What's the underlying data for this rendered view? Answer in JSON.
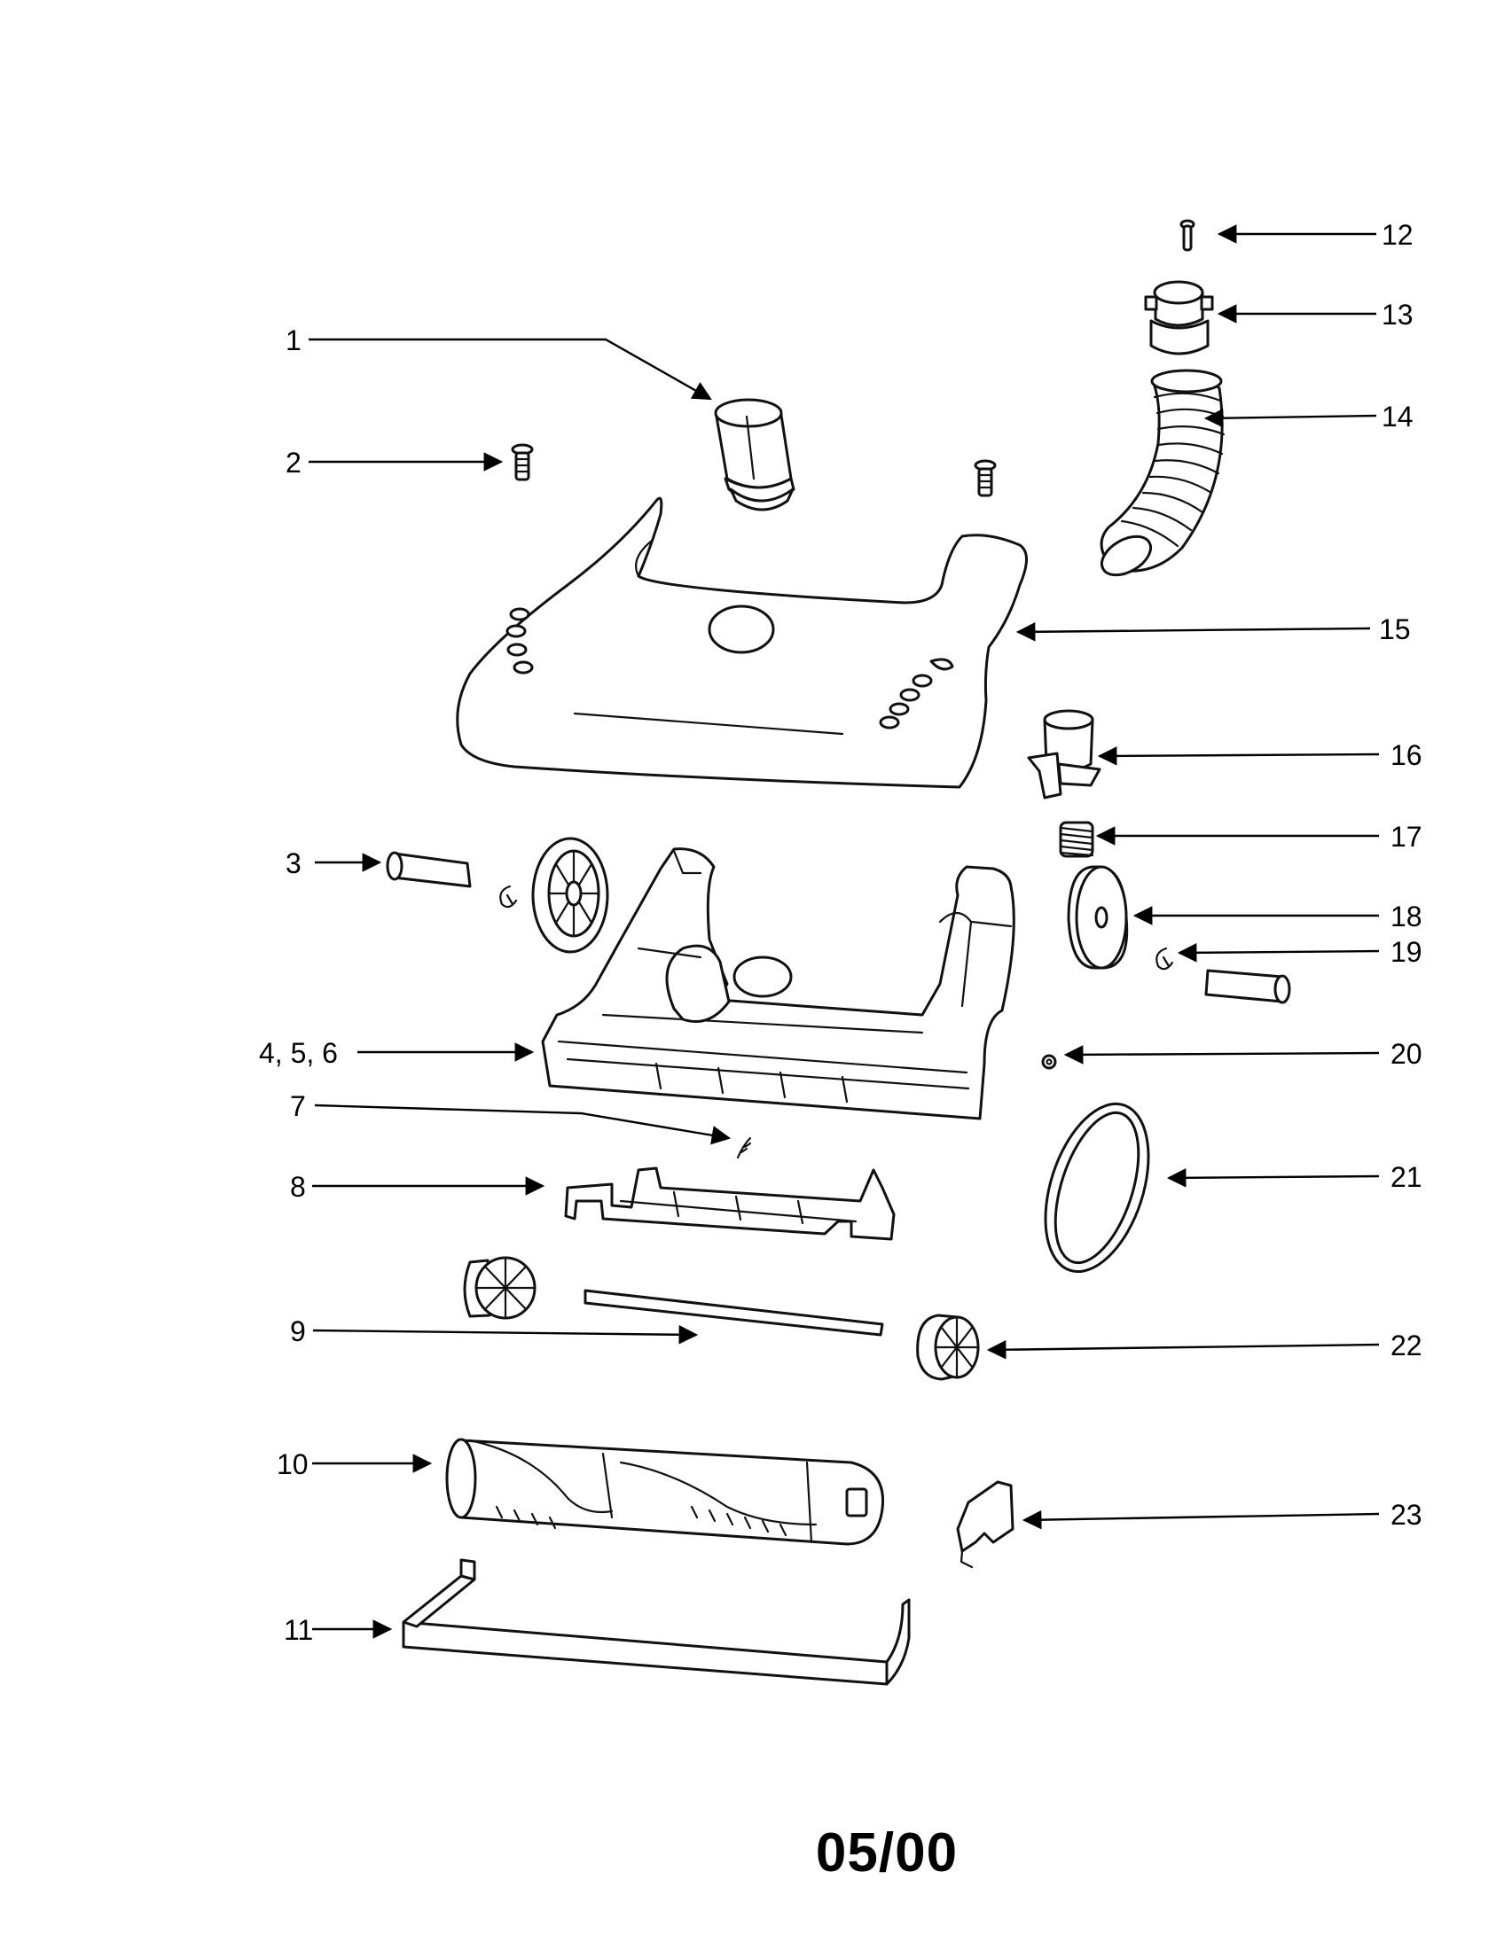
{
  "colors": {
    "ink": "#000000",
    "paper": "#ffffff"
  },
  "callouts": [
    {
      "id": "c1",
      "label": "1"
    },
    {
      "id": "c2",
      "label": "2"
    },
    {
      "id": "c3",
      "label": "3"
    },
    {
      "id": "c456",
      "label": "4, 5, 6"
    },
    {
      "id": "c7",
      "label": "7"
    },
    {
      "id": "c8",
      "label": "8"
    },
    {
      "id": "c9",
      "label": "9"
    },
    {
      "id": "c10",
      "label": "10"
    },
    {
      "id": "c11",
      "label": "11"
    },
    {
      "id": "c12",
      "label": "12"
    },
    {
      "id": "c13",
      "label": "13"
    },
    {
      "id": "c14",
      "label": "14"
    },
    {
      "id": "c15",
      "label": "15"
    },
    {
      "id": "c16",
      "label": "16"
    },
    {
      "id": "c17",
      "label": "17"
    },
    {
      "id": "c18",
      "label": "18"
    },
    {
      "id": "c19",
      "label": "19"
    },
    {
      "id": "c20",
      "label": "20"
    },
    {
      "id": "c21",
      "label": "21"
    },
    {
      "id": "c22",
      "label": "22"
    },
    {
      "id": "c23",
      "label": "23"
    }
  ],
  "footer": {
    "revision": "05/00"
  }
}
